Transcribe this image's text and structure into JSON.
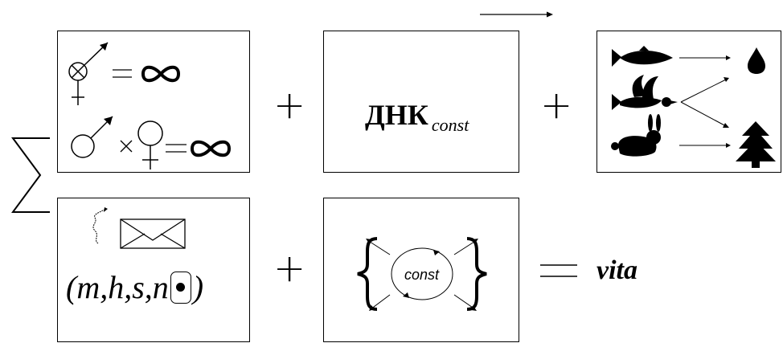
{
  "dna": {
    "main": "ДНК",
    "sub": "const"
  },
  "formula": {
    "prefix": "(m,h,s,n",
    "suffix": ")"
  },
  "const_label": "const",
  "result": "vita",
  "operators": {
    "plus": "+",
    "equals": "="
  }
}
